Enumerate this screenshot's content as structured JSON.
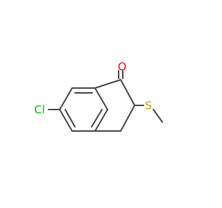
{
  "molecule": {
    "atoms": {
      "oxygen": {
        "label": "O",
        "color": "#ff0000"
      },
      "chlorine": {
        "label": "Cl",
        "color": "#00c000"
      },
      "sulfur": {
        "label": "S",
        "color": "#c0a000"
      }
    },
    "bond_color": "#404040",
    "background": "#ffffff"
  }
}
